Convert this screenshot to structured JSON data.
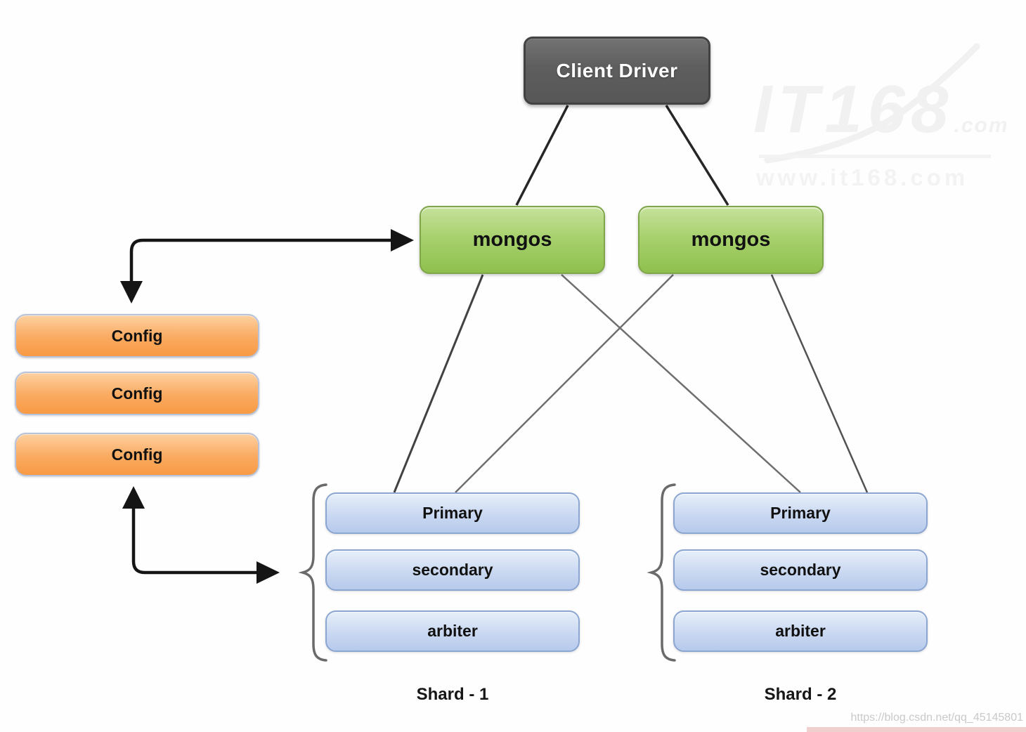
{
  "diagram": {
    "client_driver": {
      "label": "Client Driver"
    },
    "mongos": [
      {
        "label": "mongos"
      },
      {
        "label": "mongos"
      }
    ],
    "config_servers": [
      {
        "label": "Config"
      },
      {
        "label": "Config"
      },
      {
        "label": "Config"
      }
    ],
    "shards": [
      {
        "name": "Shard - 1",
        "members": [
          {
            "label": "Primary"
          },
          {
            "label": "secondary"
          },
          {
            "label": "arbiter"
          }
        ]
      },
      {
        "name": "Shard - 2",
        "members": [
          {
            "label": "Primary"
          },
          {
            "label": "secondary"
          },
          {
            "label": "arbiter"
          }
        ]
      }
    ],
    "colors": {
      "client_driver_fill": "#5e5e5e",
      "client_driver_border": "#424242",
      "mongos_fill": "#9cc755",
      "mongos_border": "#7fa74a",
      "config_fill": "#f9a254",
      "config_border": "#b7c3da",
      "shard_member_fill": "#c8d7f0",
      "shard_member_border": "#8ba6d1",
      "connector_dark": "#2a2a2a",
      "connector_light": "#6e6e6e",
      "arrow": "#151515",
      "brace": "#6a6a6a"
    }
  },
  "watermarks": {
    "it168_logo_main": "IT168",
    "it168_logo_suffix": ".com",
    "it168_url": "www.it168.com",
    "csdn_url": "https://blog.csdn.net/qq_45145801"
  }
}
